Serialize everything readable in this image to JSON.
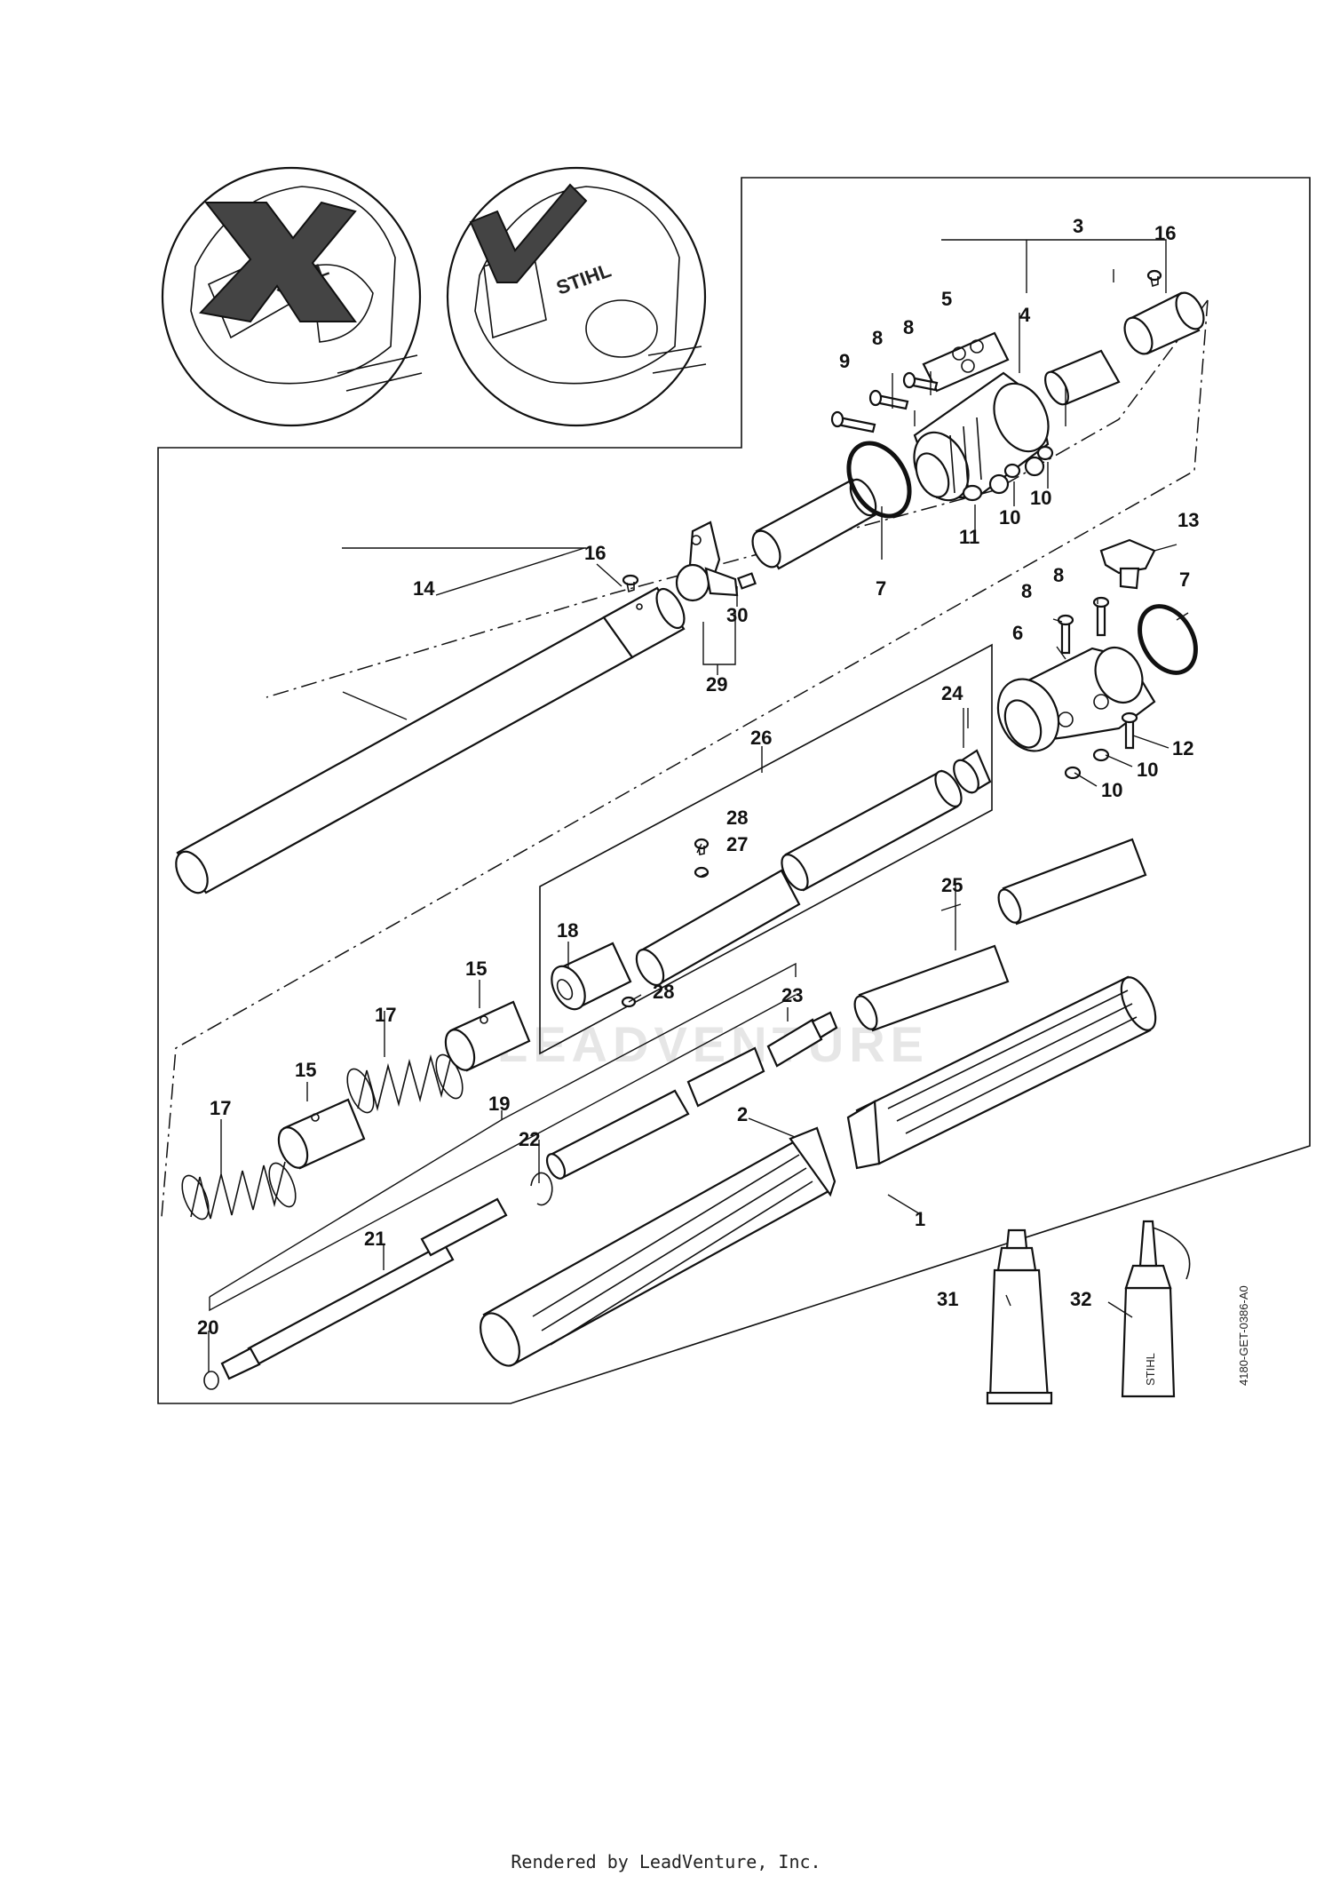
{
  "doc_code": "4180-GET-0386-A0",
  "watermark": "LEADVENTURE",
  "brand_text": "STIHL",
  "footer": "Rendered by LeadVenture, Inc.",
  "icons": [
    "wrong-engine-cross-icon",
    "correct-engine-check-icon"
  ],
  "callouts": [
    "1",
    "2",
    "3",
    "4",
    "5",
    "6",
    "7",
    "8",
    "9",
    "10",
    "11",
    "12",
    "13",
    "14",
    "15",
    "16",
    "17",
    "18",
    "19",
    "20",
    "21",
    "22",
    "23",
    "24",
    "25",
    "26",
    "27",
    "28",
    "29",
    "30",
    "31",
    "32"
  ]
}
